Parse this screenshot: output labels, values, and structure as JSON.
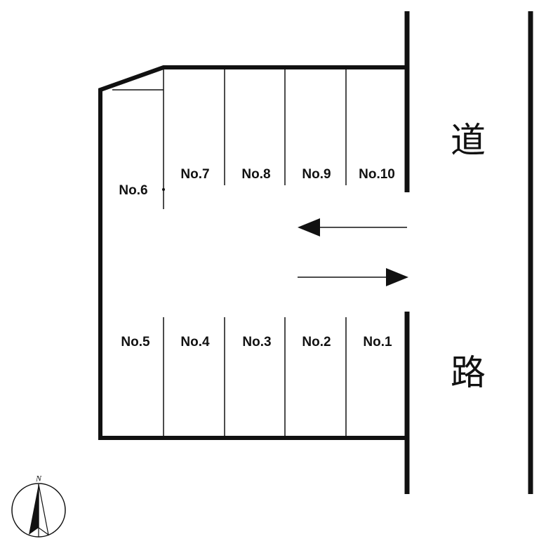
{
  "road": {
    "label_top": "道",
    "label_bottom": "路"
  },
  "slots": {
    "no1": "No.1",
    "no2": "No.2",
    "no3": "No.3",
    "no4": "No.4",
    "no5": "No.5",
    "no6": "No.6",
    "no7": "No.7",
    "no8": "No.8",
    "no9": "No.9",
    "no10": "No.10"
  },
  "compass": {
    "north_label": "N"
  },
  "arrows": {
    "upper_direction": "left",
    "lower_direction": "right"
  },
  "colors": {
    "line": "#111111",
    "background": "#ffffff"
  }
}
